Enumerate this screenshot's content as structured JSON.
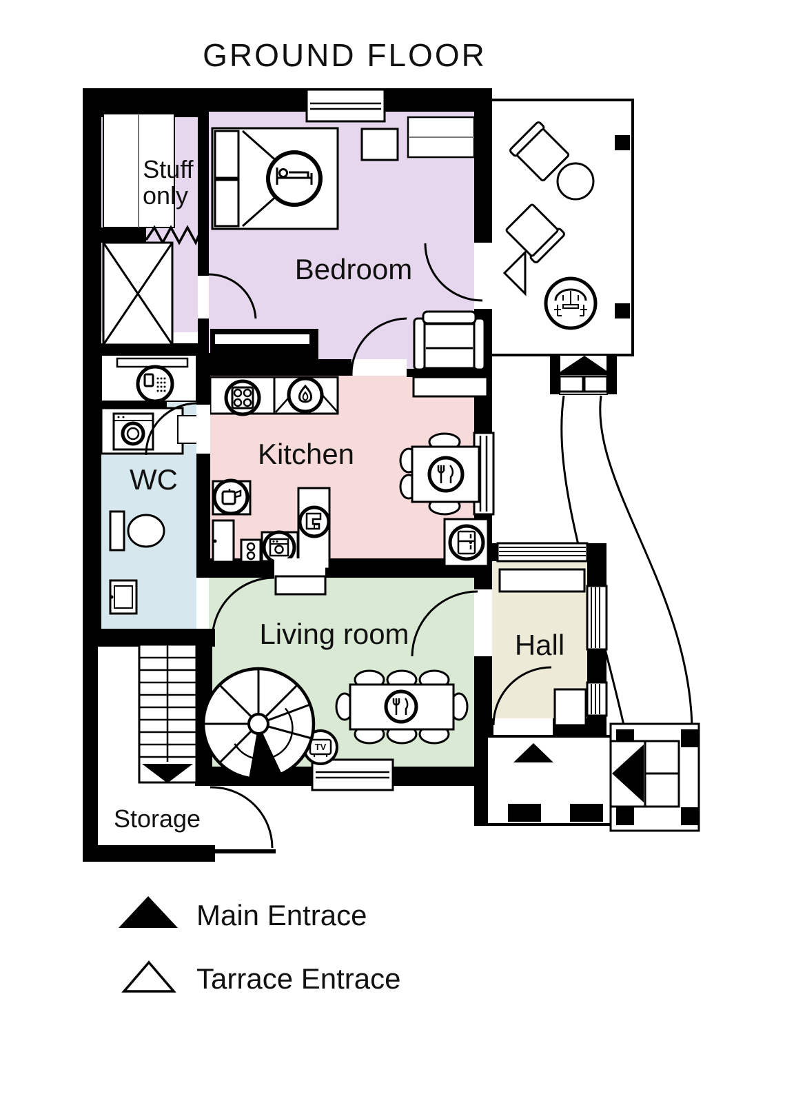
{
  "title": "GROUND FLOOR",
  "rooms": {
    "stuff_only_line1": "Stuff",
    "stuff_only_line2": "only",
    "bedroom": "Bedroom",
    "kitchen": "Kitchen",
    "wc": "WC",
    "living_room": "Living room",
    "hall": "Hall",
    "storage": "Storage"
  },
  "legend": {
    "main_entrance": "Main Entrace",
    "terrace_entrance": "Tarrace Entrace"
  },
  "icons": {
    "tv_label": "TV",
    "list": [
      "bed-icon",
      "hanger-icon",
      "shower-icon",
      "washing-machine-icon",
      "toilet-icon",
      "sink-icon",
      "stove-icon",
      "flame-icon",
      "kettle-icon",
      "coffee-machine-icon",
      "oven-icon",
      "fridge-icon",
      "fork-knife-icon",
      "tv-icon",
      "spiral-staircase-icon",
      "umbrella-table-icon",
      "armchair-icon",
      "stairs-down-arrow-icon",
      "main-entrance-marker",
      "terrace-entrance-marker"
    ]
  },
  "colors": {
    "walls": "#000000",
    "background": "#ffffff",
    "bedroom": "#e7d7ee",
    "kitchen": "#f6dbda",
    "wc": "#d6e8ee",
    "living_room": "#d9e9d3",
    "hall": "#edead8"
  }
}
